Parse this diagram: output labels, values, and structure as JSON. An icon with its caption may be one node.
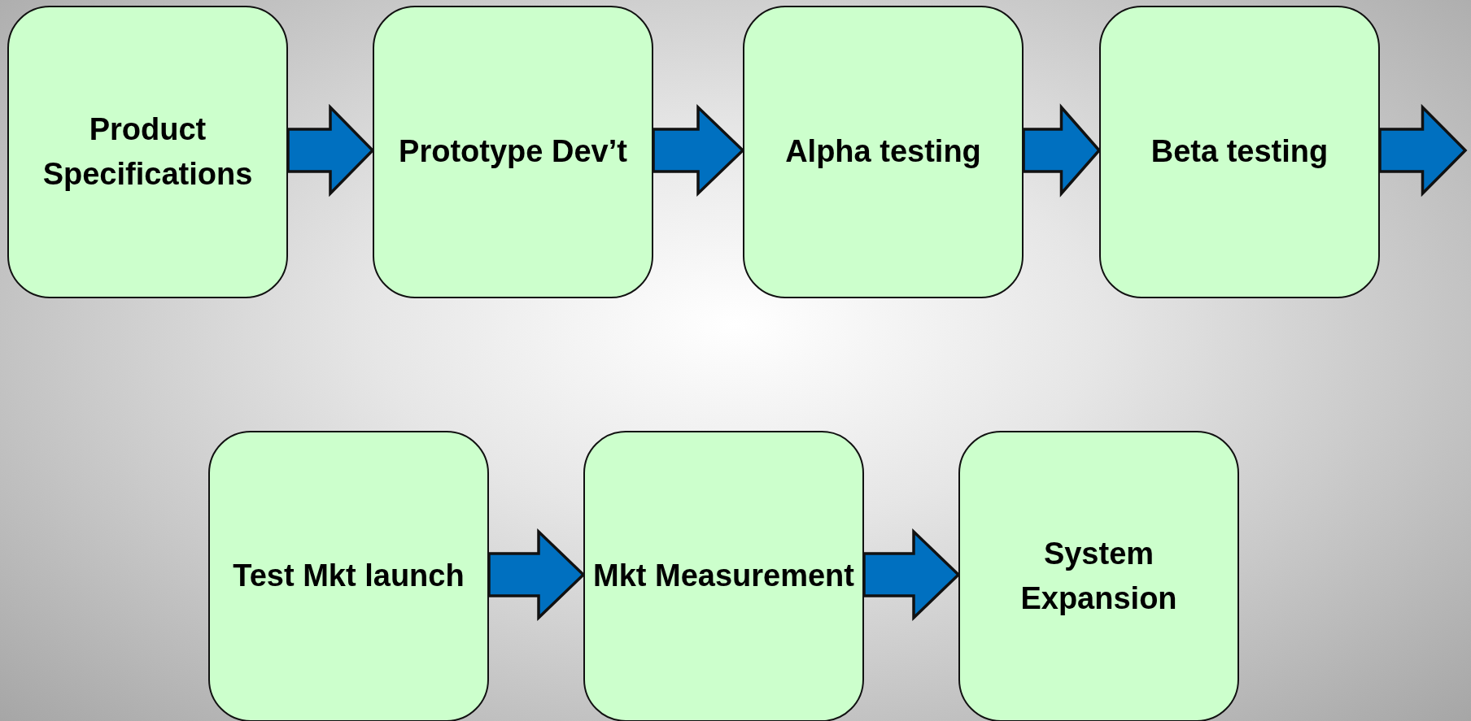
{
  "diagram": {
    "nodes": [
      {
        "text": [
          "Product Specifications"
        ]
      },
      {
        "text": [
          "Prototype Dev’t"
        ]
      },
      {
        "text": [
          "Alpha testing"
        ]
      },
      {
        "text": [
          "Beta testing"
        ]
      },
      {
        "text": [
          "Test Mkt launch"
        ]
      },
      {
        "text": [
          "Mkt Measurement"
        ]
      },
      {
        "text": [
          "System Expansion"
        ]
      }
    ],
    "edges": [
      {
        "from": 0,
        "to": 1,
        "arrow": "to"
      },
      {
        "from": 1,
        "to": 2,
        "arrow": "to"
      },
      {
        "from": 2,
        "to": 3,
        "arrow": "to"
      },
      {
        "from": 3,
        "to": null,
        "arrow": "to"
      },
      {
        "from": 4,
        "to": 5,
        "arrow": "to"
      },
      {
        "from": 5,
        "to": 6,
        "arrow": "to"
      }
    ]
  }
}
